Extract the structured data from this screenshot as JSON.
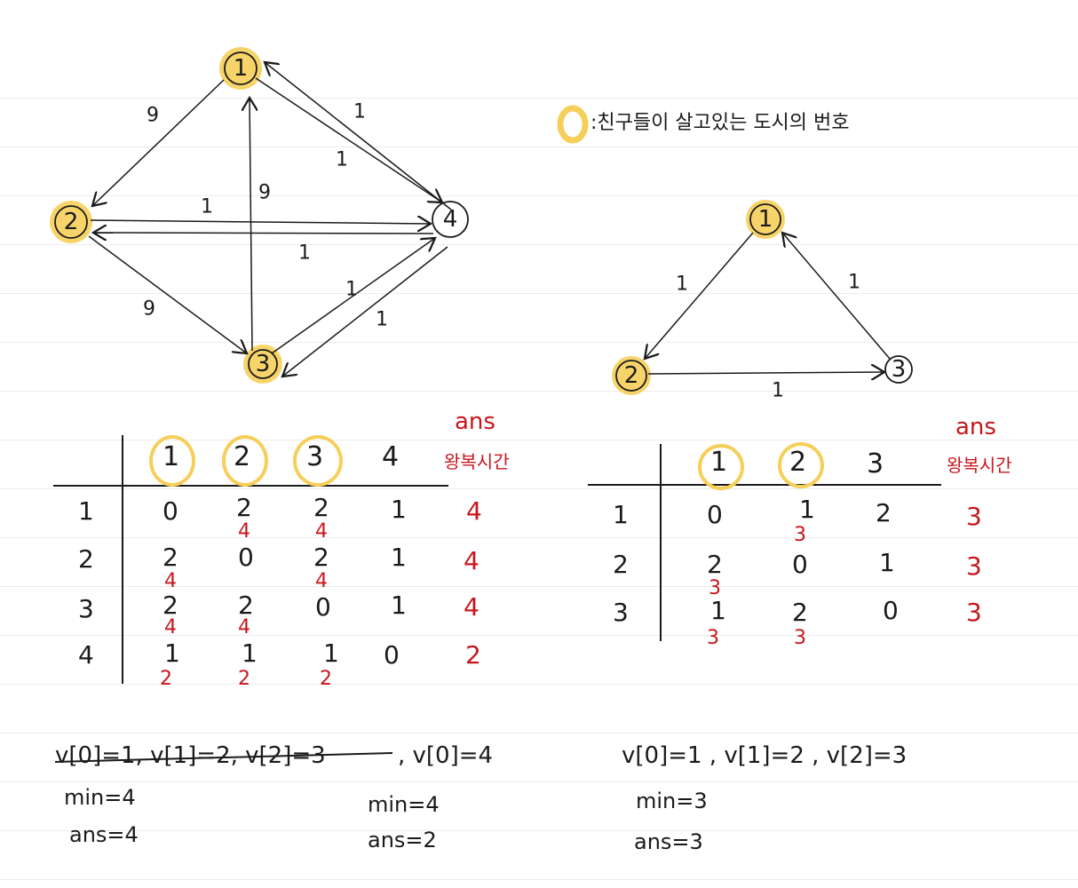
{
  "legend": {
    "text": ":친구들이 살고있는 도시의 번호"
  },
  "colors": {
    "highlight": "#f6cf5a",
    "ink": "#1a1a1a",
    "red": "#c8161d"
  },
  "graph1": {
    "nodes": [
      "1",
      "2",
      "3",
      "4"
    ],
    "edge_labels": [
      "9",
      "1",
      "1",
      "1",
      "9",
      "1",
      "9",
      "1",
      "1"
    ]
  },
  "graph2": {
    "nodes": [
      "1",
      "2",
      "3"
    ],
    "edge_labels": [
      "1",
      "1",
      "1"
    ]
  },
  "table1": {
    "ans_label": "ans",
    "ans_sub": "왕복시간",
    "headers": [
      "1",
      "2",
      "3",
      "4"
    ],
    "row_labels": [
      "1",
      "2",
      "3",
      "4"
    ],
    "cells": [
      [
        "0",
        "2",
        "2",
        "1"
      ],
      [
        "2",
        "0",
        "2",
        "1"
      ],
      [
        "2",
        "2",
        "0",
        "1"
      ],
      [
        "1",
        "1",
        "1",
        "0"
      ]
    ],
    "subs": [
      [
        "",
        "4",
        "4",
        ""
      ],
      [
        "4",
        "",
        "4",
        ""
      ],
      [
        "4",
        "4",
        "",
        ""
      ],
      [
        "2",
        "2",
        "2",
        ""
      ]
    ],
    "ans": [
      "4",
      "4",
      "4",
      "2"
    ]
  },
  "table2": {
    "ans_label": "ans",
    "ans_sub": "왕복시간",
    "headers": [
      "1",
      "2",
      "3"
    ],
    "row_labels": [
      "1",
      "2",
      "3"
    ],
    "cells": [
      [
        "0",
        "1",
        "2"
      ],
      [
        "2",
        "0",
        "1"
      ],
      [
        "1",
        "2",
        "0"
      ]
    ],
    "subs": [
      [
        "",
        "3",
        ""
      ],
      [
        "3",
        "",
        ""
      ],
      [
        "3",
        "3",
        ""
      ]
    ],
    "ans": [
      "3",
      "3",
      "3"
    ]
  },
  "notes": {
    "left_struck": "v[0]=1, v[1]=2, v[2]=3",
    "left_tail": ", v[0]=4",
    "left_min": "min=4",
    "left_ans": "ans=4",
    "mid_min": "min=4",
    "mid_ans": "ans=2",
    "right_line": "v[0]=1 , v[1]=2 , v[2]=3",
    "right_min": "min=3",
    "right_ans": "ans=3"
  }
}
